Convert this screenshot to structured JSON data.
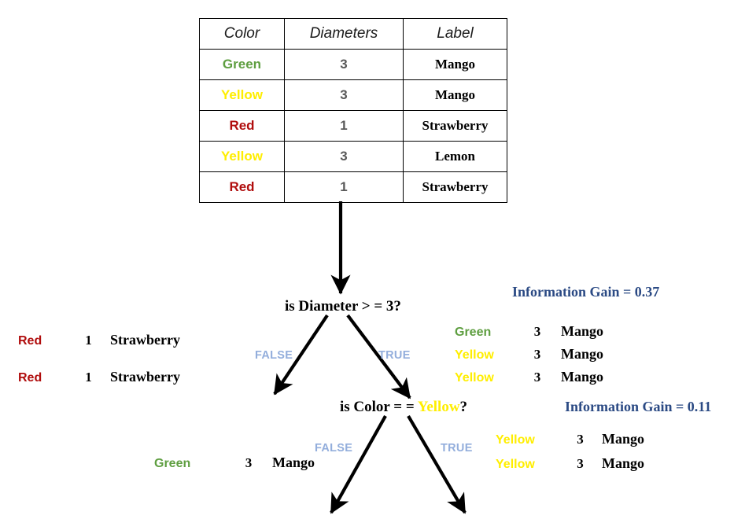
{
  "table": {
    "headers": [
      "Color",
      "Diameters",
      "Label"
    ],
    "rows": [
      {
        "color": "Green",
        "color_key": "green",
        "diameter": "3",
        "label": "Mango"
      },
      {
        "color": "Yellow",
        "color_key": "yellow",
        "diameter": "3",
        "label": "Mango"
      },
      {
        "color": "Red",
        "color_key": "red",
        "diameter": "1",
        "label": "Strawberry"
      },
      {
        "color": "Yellow",
        "color_key": "yellow",
        "diameter": "3",
        "label": "Lemon"
      },
      {
        "color": "Red",
        "color_key": "red",
        "diameter": "1",
        "label": "Strawberry"
      }
    ]
  },
  "nodes": {
    "root": {
      "question_prefix": "is Diameter > = 3?",
      "false_label": "FALSE",
      "true_label": "TRUE",
      "information_gain": "Information Gain = 0.37"
    },
    "color": {
      "question_prefix": "is Color = = ",
      "question_highlight": "Yellow",
      "question_suffix": "?",
      "false_label": "FALSE",
      "true_label": "TRUE",
      "information_gain": "Information Gain = 0.11"
    }
  },
  "subsets": {
    "root_false": [
      {
        "color": "Red",
        "color_key": "red",
        "diameter": "1",
        "label": "Strawberry"
      },
      {
        "color": "Red",
        "color_key": "red",
        "diameter": "1",
        "label": "Strawberry"
      }
    ],
    "root_true": [
      {
        "color": "Green",
        "color_key": "green",
        "diameter": "3",
        "label": "Mango"
      },
      {
        "color": "Yellow",
        "color_key": "yellow",
        "diameter": "3",
        "label": "Mango"
      },
      {
        "color": "Yellow",
        "color_key": "yellow",
        "diameter": "3",
        "label": "Mango"
      }
    ],
    "color_false": [
      {
        "color": "Green",
        "color_key": "green",
        "diameter": "3",
        "label": "Mango"
      }
    ],
    "color_true": [
      {
        "color": "Yellow",
        "color_key": "yellow",
        "diameter": "3",
        "label": "Mango"
      },
      {
        "color": "Yellow",
        "color_key": "yellow",
        "diameter": "3",
        "label": "Mango"
      }
    ]
  },
  "colors": {
    "green": "#5E9E40",
    "yellow": "#FFEE00",
    "red": "#B00D0D",
    "branch_label": "#93AEDC",
    "info_gain": "#2B4A84",
    "table_number": "#595959",
    "line": "#000000",
    "background": "#FFFFFF"
  }
}
